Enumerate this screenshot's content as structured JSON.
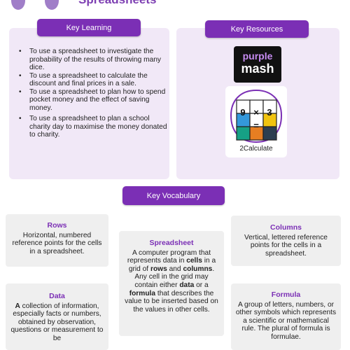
{
  "header": {
    "title": "Spreadsheets"
  },
  "key_learning": {
    "heading": "Key Learning",
    "items": [
      "To use a spreadsheet to investigate the probability of the results of throwing many dice.",
      "To use a spreadsheet to calculate the discount and final prices in a sale.",
      "To use a spreadsheet to plan how to spend pocket money and the effect of saving money.",
      "To use a spreadsheet to plan a school charity day to maximise the money donated to charity."
    ]
  },
  "key_resources": {
    "heading": "Key Resources",
    "logo_line1": "purple",
    "logo_line2": "mash",
    "calc_keys": [
      "9",
      "×",
      "3",
      "="
    ],
    "calc_label": "2Calculate"
  },
  "key_vocabulary": {
    "heading": "Key Vocabulary",
    "rows": {
      "title": "Rows",
      "text": "Horizontal, numbered reference points for the cells in a spreadsheet."
    },
    "spreadsheet": {
      "title": "Spreadsheet",
      "t1": "A computer program that represents data in ",
      "b1": "cells",
      "t2": " in a grid of ",
      "b2": "rows",
      "t3": " and ",
      "b3": "columns",
      "t4": ". Any cell in the grid may contain either ",
      "b4": "data",
      "t5": " or a ",
      "b5": "formula",
      "t6": " that describes the value to be inserted based on the values in other cells."
    },
    "columns": {
      "title": "Columns",
      "text": "Vertical, lettered reference points for the cells in a spreadsheet."
    },
    "data": {
      "title": "Data",
      "bold": "A",
      "text": " collection of information, especially facts or numbers, obtained by observation, questions or measurement to be"
    },
    "formula": {
      "title": "Formula",
      "text": "A group of letters, numbers, or other symbols which represents a scientific or mathematical rule. The plural of formula is formulae."
    }
  },
  "colors": {
    "accent": "#7b2fb5",
    "panel_bg": "#f1e8f7",
    "card_bg": "#efefef",
    "calc_cells": [
      "#e74c3c",
      "#f39c12",
      "#27ae60",
      "#3498db",
      "#8e44ad",
      "#f1c40f",
      "#16a085",
      "#e67e22",
      "#2c3e50"
    ]
  }
}
